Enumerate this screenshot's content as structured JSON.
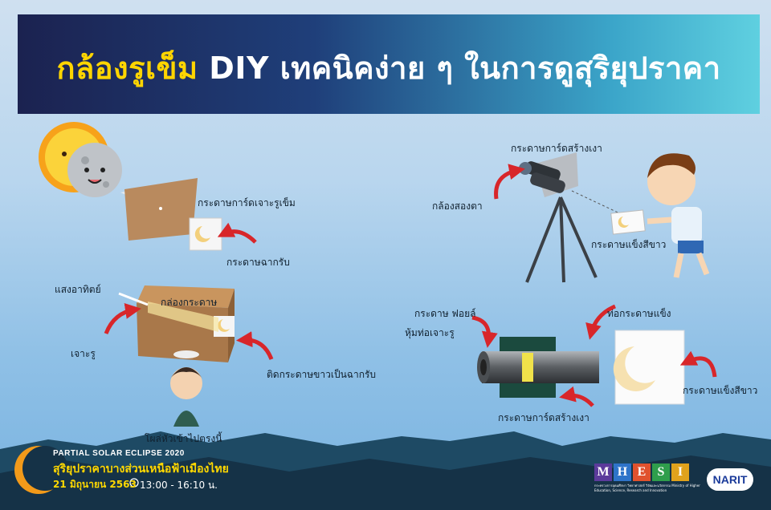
{
  "title": {
    "yellow": "กล้องรูเข็ม",
    "white": " DIY เทคนิคง่าย ๆ ในการดูสุริยุปราคา"
  },
  "labels": {
    "card_pinhole": "กระดาษการ์ดเจาะรูเข็ม",
    "screen": "กระดาษฉากรับ",
    "sunlight": "แสงอาทิตย์",
    "box": "กล่องกระดาษ",
    "hole": "เจาะรู",
    "white_paper_screen": "ติดกระดาษขาวเป็นฉากรับ",
    "put_head": "โผล่หัวเข้าไปตรงนี้",
    "binocular_card": "กระดาษการ์ดสร้างเงา",
    "binoculars": "กล้องสองตา",
    "white_board": "กระดาษแข็งสีขาว",
    "foil_line1": "กระดาษ ฟอยล์",
    "foil_line2": "หุ้มท่อเจาะรู",
    "tube": "ท่อกระดาษแข็ง",
    "white_board2": "กระดาษแข็งสีขาว",
    "shadow_card2": "กระดาษการ์ดสร้างเงา"
  },
  "footer": {
    "event": "PARTIAL SOLAR ECLIPSE 2020",
    "subtitle": "สุริยุปราคาบางส่วนเหนือฟ้าเมืองไทย",
    "date": "21 มิถุนายน 2563",
    "time": "13:00 - 16:10 น.",
    "clock_icon": "clock-icon",
    "mhesi": [
      "M",
      "H",
      "E",
      "S",
      "I"
    ],
    "mhesi_colors": [
      "#5b3b9b",
      "#2e74c9",
      "#e0522e",
      "#2f9e4c",
      "#e0a21c"
    ],
    "mhesi_sub": "กระทรวงการอุดมศึกษา วิทยาศาสตร์ วิจัยและนวัตกรรม Ministry of Higher Education, Science, Research and Innovation",
    "narit": "NARIT"
  },
  "colors": {
    "title_yellow": "#ffd500",
    "arrow_red": "#d8262a",
    "box_brown": "#a9784a"
  }
}
